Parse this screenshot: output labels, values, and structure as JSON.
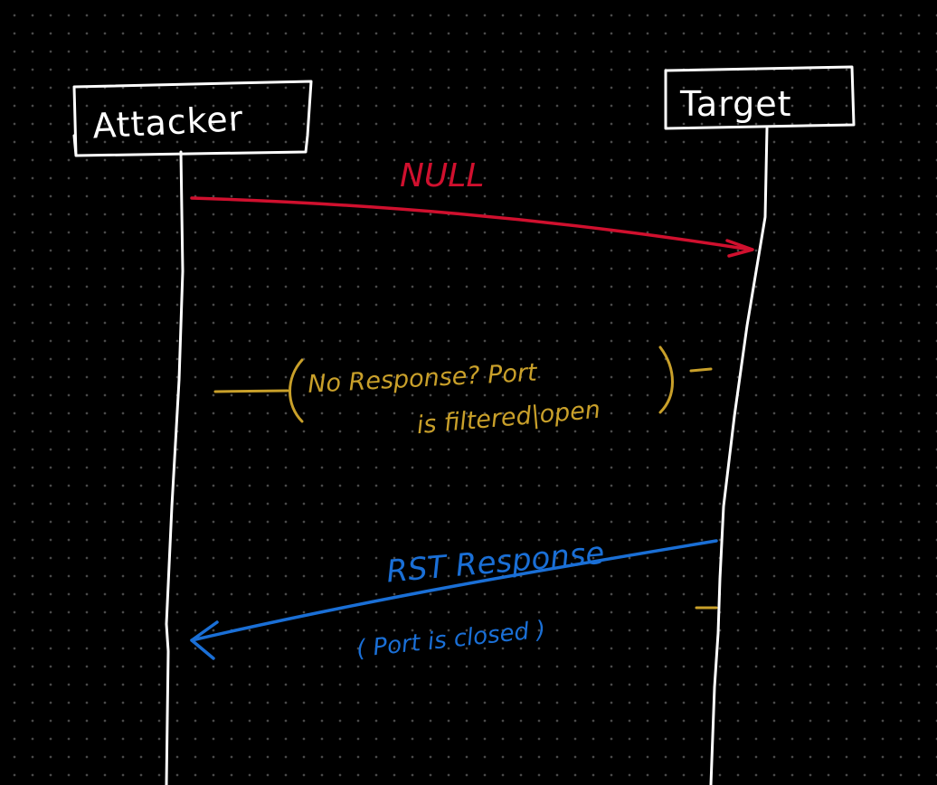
{
  "diagram": {
    "participants": {
      "attacker": "Attacker",
      "target": "Target"
    },
    "messages": {
      "null_label": "NULL",
      "no_response_line1": "No Response? Port",
      "no_response_line2": "is filtered|open",
      "rst_label": "RST Response",
      "rst_note": "( Port is closed )"
    },
    "colors": {
      "background": "#000000",
      "ink": "#ffffff",
      "null_arrow": "#d0102e",
      "no_response": "#c9a02a",
      "rst_arrow": "#1a6fd6"
    }
  }
}
